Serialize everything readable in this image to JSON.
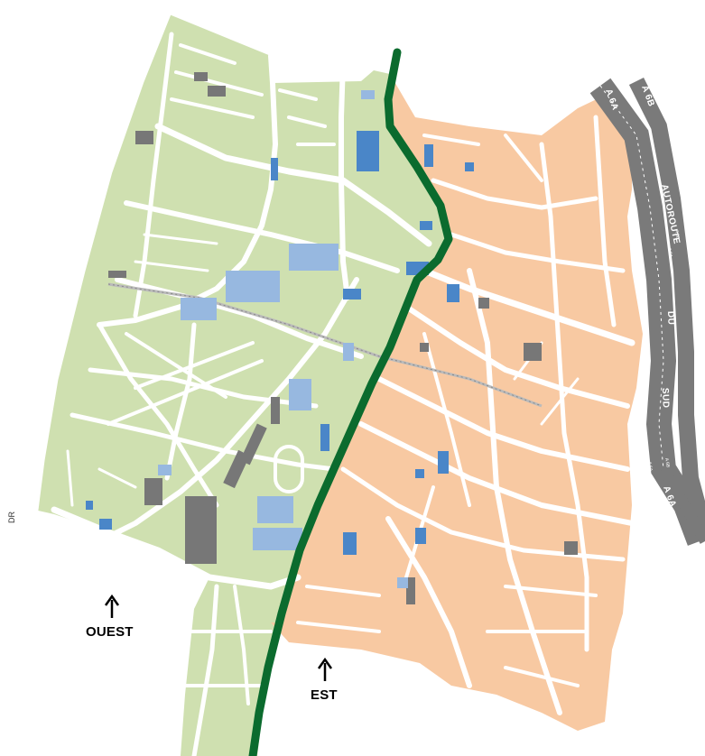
{
  "labels": {
    "west": "OUEST",
    "east": "EST",
    "credit": "DR"
  },
  "highway": {
    "shield_left": "A 6A",
    "shield_right": "A 6B",
    "name_1": "AUTOROUTE",
    "name_2": "DU",
    "name_3": "SUD",
    "exit_label": "A 6A",
    "lane_label_1": "A 6B",
    "lane_label_2": "A 6A",
    "lane_label_3": "A 6B",
    "lane_label_4": "A 6A"
  },
  "colors": {
    "west_zone": "#cfe0b0",
    "east_zone": "#f8c9a2",
    "boundary_line": "#0b6b2e",
    "highway": "#7a7a7a",
    "building_blue": "#4a86c8",
    "building_light_blue": "#97b8e0",
    "building_grey": "#777777",
    "road": "#ffffff"
  }
}
